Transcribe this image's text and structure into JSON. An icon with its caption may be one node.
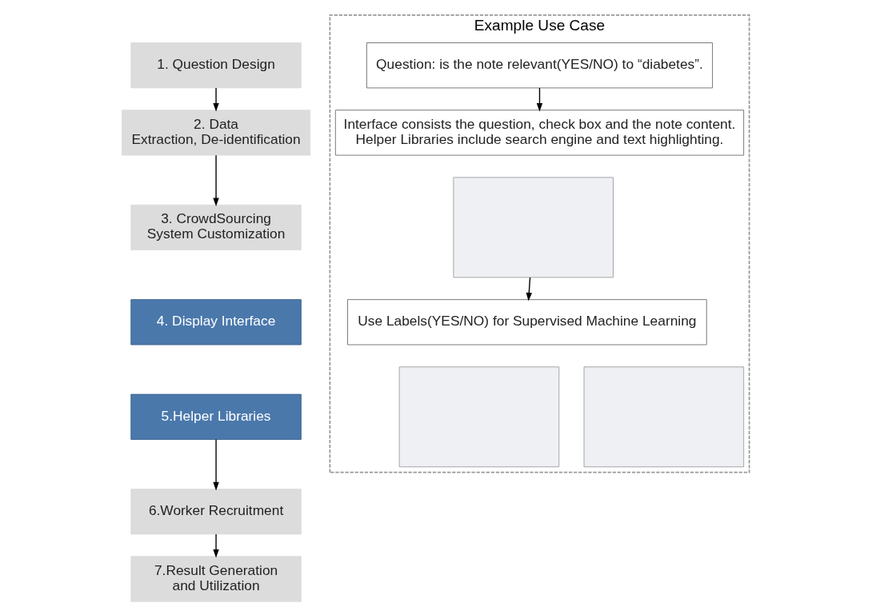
{
  "diagram": {
    "nodes": [
      {
        "text": [
          "1. Question Design"
        ]
      },
      {
        "text": [
          "2. Data Extraction, De-identification"
        ]
      },
      {
        "text": [
          "3. CrowdSourcing System Customization"
        ]
      },
      {
        "text": [
          "4. Display Interface"
        ]
      },
      {
        "text": [
          "5.Helper Libraries"
        ]
      },
      {
        "text": [
          "6.Worker Recruitment"
        ]
      },
      {
        "text": [
          "7.Result Generation and Utilization"
        ]
      },
      {
        "text": [
          "Example Use Case"
        ]
      },
      {
        "text": [
          "Question: is the note relevant(YES/NO) to “diabetes”."
        ],
        "in": 7
      },
      {
        "text": [
          "Interface consists the question, check box and the note content. Helper Libraries include search engine and text highlighting."
        ],
        "in": 7
      },
      {
        "text": [],
        "shape": "box",
        "in": 7
      },
      {
        "text": [
          "Use Labels(YES/NO) for Supervised Machine Learning"
        ],
        "in": 7
      },
      {
        "text": [],
        "shape": "box",
        "in": 7
      },
      {
        "text": [],
        "shape": "box",
        "in": 7
      }
    ],
    "edges": [
      {
        "from": 0,
        "to": 1,
        "arrow": "to"
      },
      {
        "from": 1,
        "to": 2,
        "arrow": "to"
      },
      {
        "from": 4,
        "to": 5,
        "arrow": "to"
      },
      {
        "from": 5,
        "to": 6,
        "arrow": "to"
      },
      {
        "from": 8,
        "to": 9,
        "arrow": "to"
      },
      {
        "from": 10,
        "to": 11,
        "arrow": "to"
      }
    ]
  }
}
